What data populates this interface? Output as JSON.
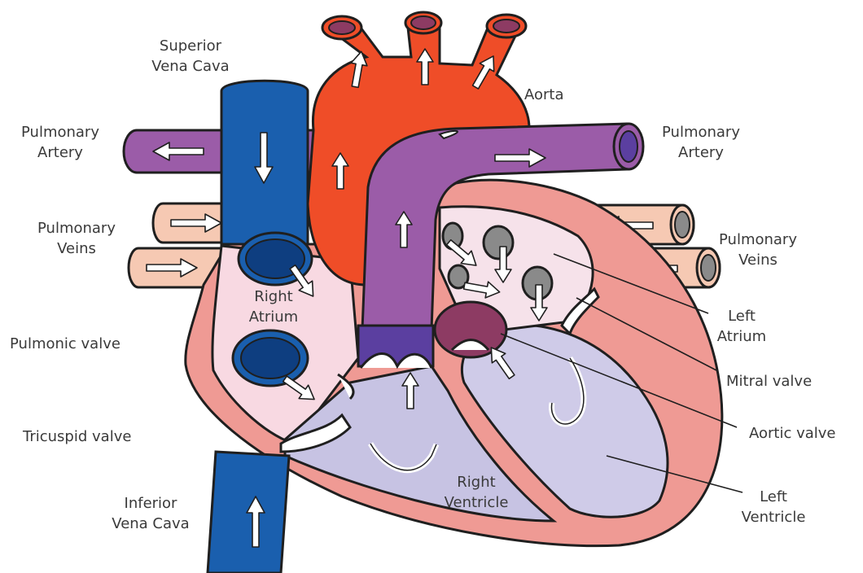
{
  "labels": {
    "superior_vena_cava": [
      "Superior",
      "Vena Cava"
    ],
    "aorta": "Aorta",
    "pulmonary_artery_left": [
      "Pulmonary",
      "Artery"
    ],
    "pulmonary_artery_right": [
      "Pulmonary",
      "Artery"
    ],
    "pulmonary_veins_left": [
      "Pulmonary",
      "Veins"
    ],
    "pulmonary_veins_right": [
      "Pulmonary",
      "Veins"
    ],
    "right_atrium": [
      "Right",
      "Atrium"
    ],
    "left_atrium": [
      "Left",
      "Atrium"
    ],
    "pulmonic_valve": "Pulmonic valve",
    "mitral_valve": "Mitral valve",
    "tricuspid_valve": "Tricuspid valve",
    "aortic_valve": "Aortic valve",
    "inferior_vena_cava": [
      "Inferior",
      "Vena Cava"
    ],
    "right_ventricle": [
      "Right",
      "Ventricle"
    ],
    "left_ventricle": [
      "Left",
      "Ventricle"
    ]
  },
  "colors": {
    "vena_cava": "#1a5fae",
    "aorta": "#ef4d28",
    "pulmonary_artery": "#9b5ca8",
    "pulmonary_vein": "#f6c9b3",
    "heart_wall": "#ef9a94",
    "atrium_fill": "#f8d9e2",
    "left_atrium_fill": "#f6e2ea",
    "ventricle_fill": "#c7c3e3",
    "left_ventricle_fill": "#cfcbe8",
    "outline": "#1f1f1f",
    "label_text": "#3a3a3a"
  }
}
